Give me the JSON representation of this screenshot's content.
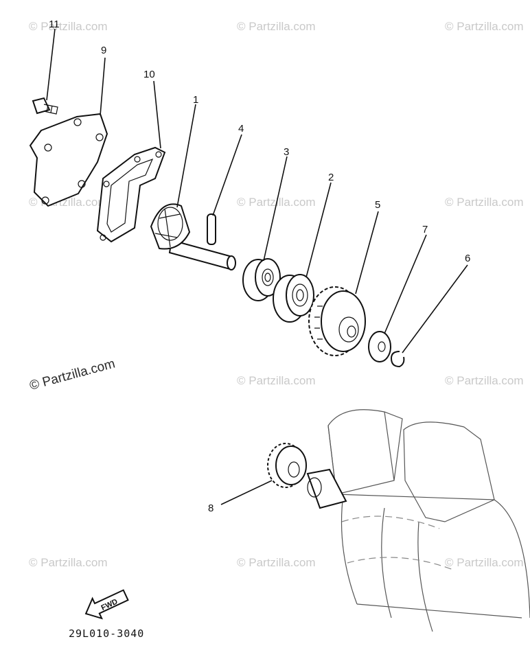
{
  "callouts": [
    {
      "id": "p11",
      "label": "11"
    },
    {
      "id": "p9",
      "label": "9"
    },
    {
      "id": "p10",
      "label": "10"
    },
    {
      "id": "p1",
      "label": "1"
    },
    {
      "id": "p4",
      "label": "4"
    },
    {
      "id": "p3",
      "label": "3"
    },
    {
      "id": "p2",
      "label": "2"
    },
    {
      "id": "p5",
      "label": "5"
    },
    {
      "id": "p7",
      "label": "7"
    },
    {
      "id": "p6",
      "label": "6"
    },
    {
      "id": "p8",
      "label": "8"
    }
  ],
  "diagram_code": "29L010-3040",
  "fwd_label": "FWD",
  "watermark": "© Partzilla.com",
  "watermark_primary": "© Partzilla.com"
}
